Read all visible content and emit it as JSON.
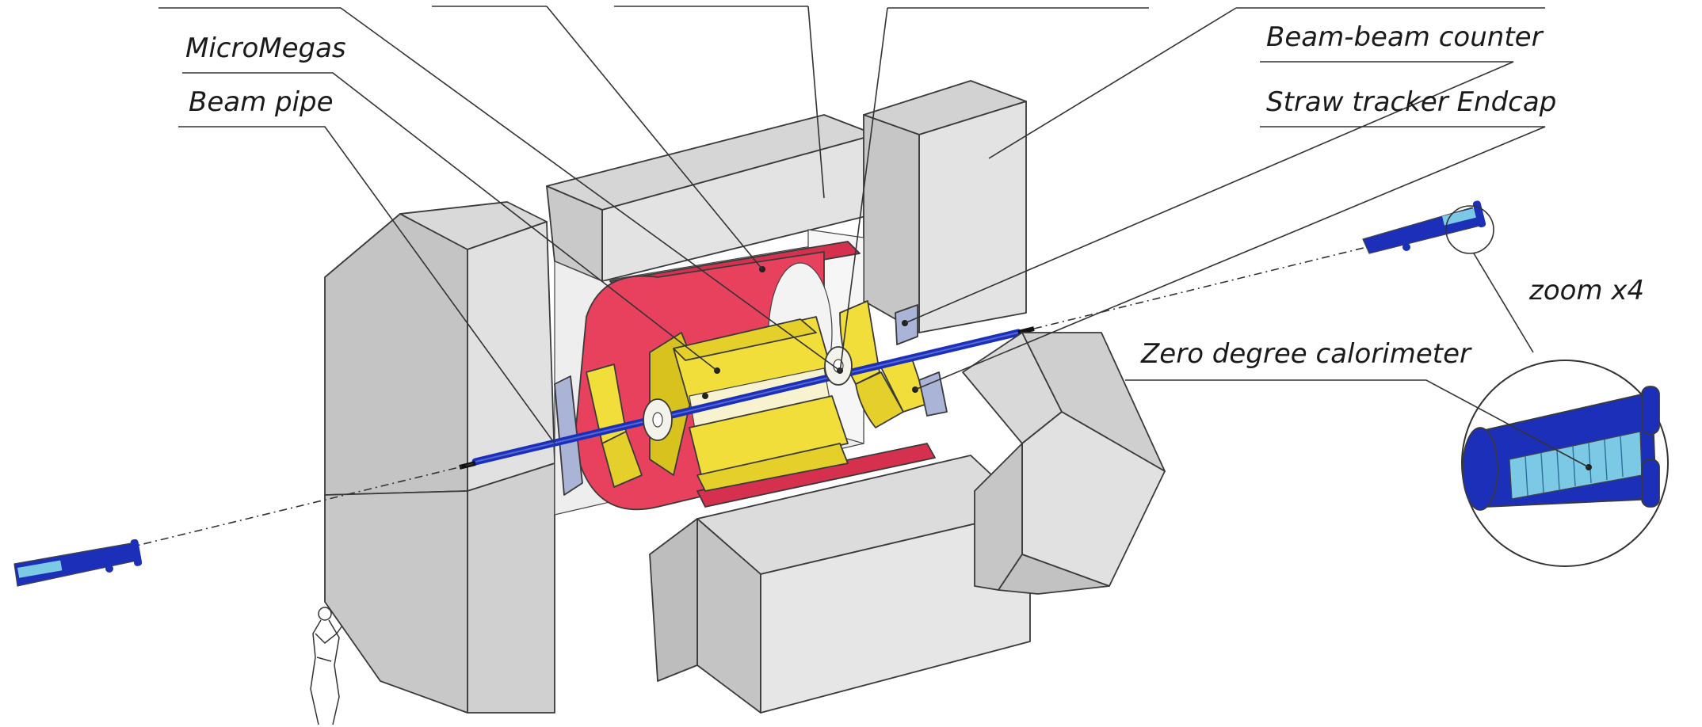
{
  "labels": {
    "micromegas": "MicroMegas",
    "beam_pipe": "Beam pipe",
    "beam_beam_counter": "Beam-beam counter",
    "straw_tracker_endcap": "Straw tracker Endcap",
    "zoom": "zoom x4",
    "zero_degree_calorimeter": "Zero degree calorimeter"
  },
  "colors": {
    "yoke": "#d9d9d9",
    "yoke_dark": "#bdbdbd",
    "solenoid": "#e8415e",
    "tracker": "#f2de3a",
    "beam_pipe": "#1c2fb8",
    "ecal_endcap": "#a9b4d6",
    "calorimeter_cells": "#7cc9e6"
  }
}
